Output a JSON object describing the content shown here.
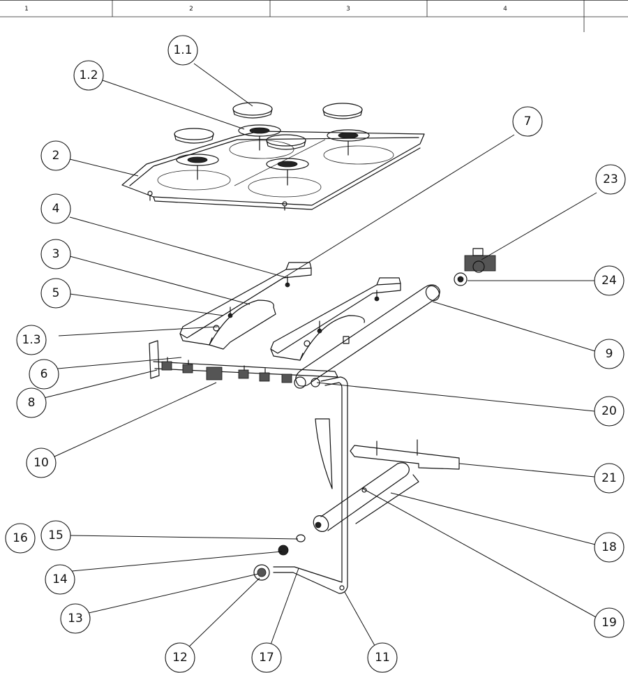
{
  "zones": [
    "1",
    "2",
    "3",
    "4"
  ],
  "balloons": [
    "1.1",
    "1.2",
    "2",
    "7",
    "23",
    "4",
    "3",
    "24",
    "5",
    "1.3",
    "9",
    "6",
    "8",
    "20",
    "10",
    "21",
    "18",
    "16",
    "15",
    "14",
    "13",
    "19",
    "12",
    "17",
    "11"
  ]
}
